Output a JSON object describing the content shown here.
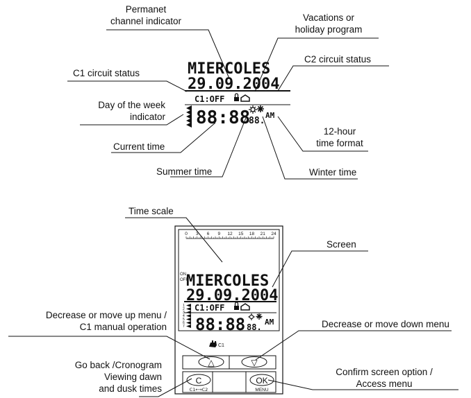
{
  "labels": {
    "permanent_channel": [
      "Permanet",
      "channel indicator"
    ],
    "vacations": [
      "Vacations or",
      "holiday program"
    ],
    "c1_status": "C1 circuit status",
    "c2_status": "C2 circuit status",
    "day_of_week": [
      "Day of the week",
      "indicator"
    ],
    "current_time": "Current time",
    "twelve_hour": [
      "12-hour",
      "time format"
    ],
    "summer_time": "Summer time",
    "winter_time": "Winter time",
    "time_scale": "Time scale",
    "screen": "Screen",
    "decrease_up": [
      "Decrease or move up menu /",
      "C1 manual operation"
    ],
    "decrease_down": "Decrease or move down menu",
    "go_back": [
      "Go back /Cronogram",
      "Viewing dawn",
      "and dusk times"
    ],
    "confirm": [
      "Confirm screen option /",
      "Access menu"
    ]
  },
  "display": {
    "day": "MIERCOLES",
    "date": "29.09.2004",
    "circuit": "C1:OFF",
    "time": "88:88",
    "seconds": "88.",
    "ampm": "AM"
  },
  "device": {
    "scale_ticks": [
      "0",
      "3",
      "6",
      "9",
      "12",
      "15",
      "18",
      "21",
      "24"
    ],
    "on_label": "ON",
    "off_label": "OFF",
    "day_numbers": [
      "1",
      "2",
      "3",
      "4",
      "5",
      "6",
      "7"
    ],
    "manual_label": "C1",
    "up_symbol": "△",
    "down_symbol": "▽",
    "c_button": "C",
    "c_sub": "C1⟷C2",
    "ok_button": "OK",
    "menu_sub": "MENU"
  }
}
